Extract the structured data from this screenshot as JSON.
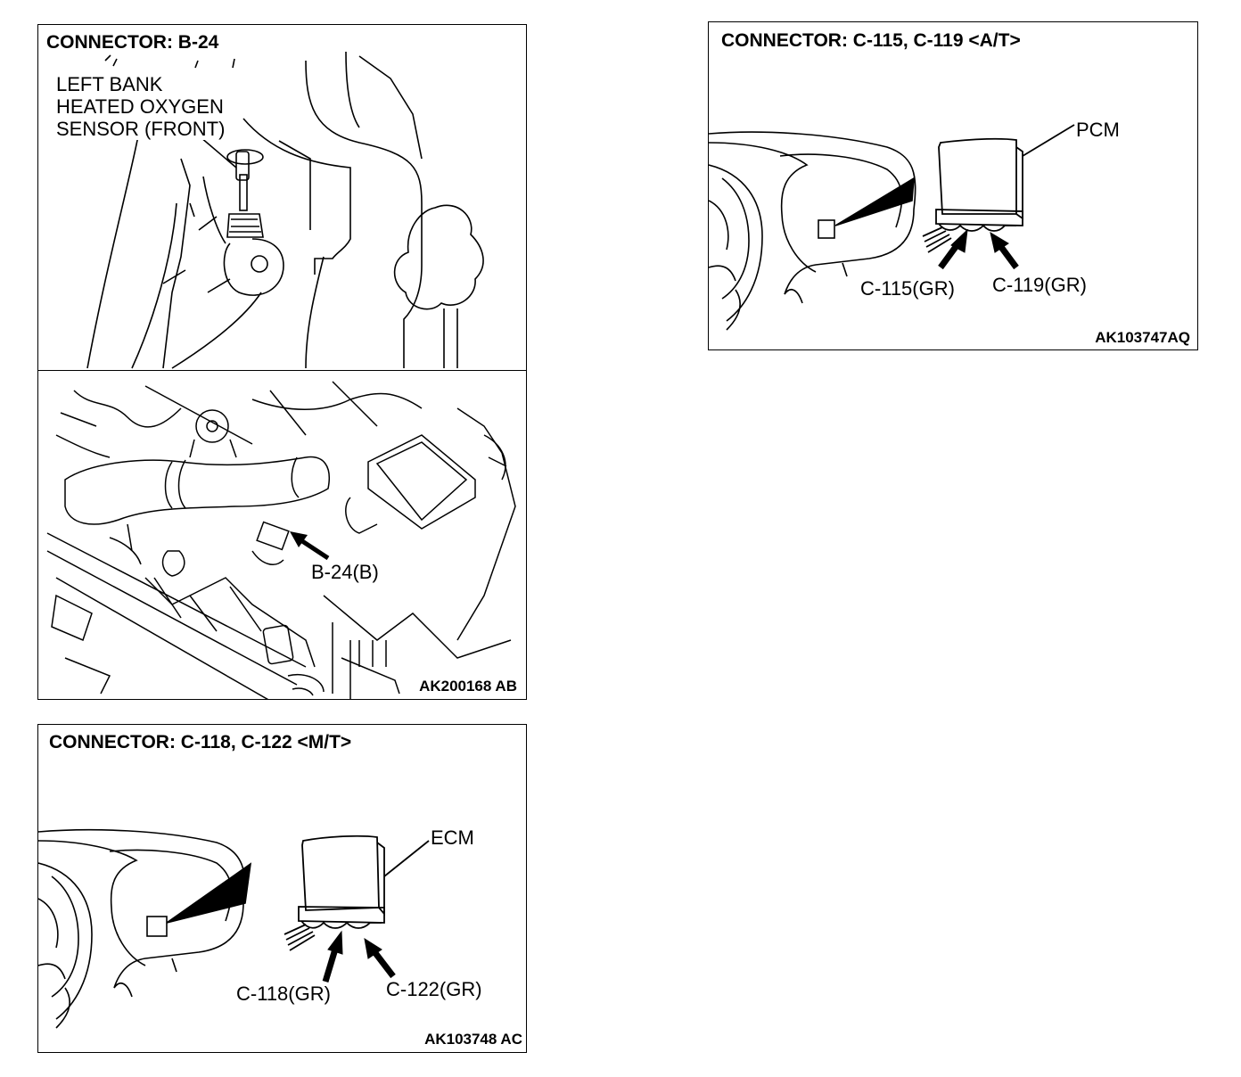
{
  "panel_b24": {
    "title": "CONNECTOR: B-24",
    "sensor_label_lines": [
      "LEFT BANK",
      "HEATED OXYGEN",
      "SENSOR (FRONT)"
    ],
    "connector_label": "B-24(B)",
    "figure_id": "AK200168 AB"
  },
  "panel_c115": {
    "title": "CONNECTOR: C-115, C-119 <A/T>",
    "module_label": "PCM",
    "connector_labels": [
      "C-115(GR)",
      "C-119(GR)"
    ],
    "figure_id": "AK103747AQ"
  },
  "panel_c118": {
    "title": "CONNECTOR: C-118, C-122 <M/T>",
    "module_label": "ECM",
    "connector_labels": [
      "C-118(GR)",
      "C-122(GR)"
    ],
    "figure_id": "AK103748 AC"
  },
  "icons": [
    "oxygen-sensor-icon",
    "engine-bay-icon",
    "dashboard-icon",
    "control-module-icon",
    "pointer-arrow-icon"
  ]
}
